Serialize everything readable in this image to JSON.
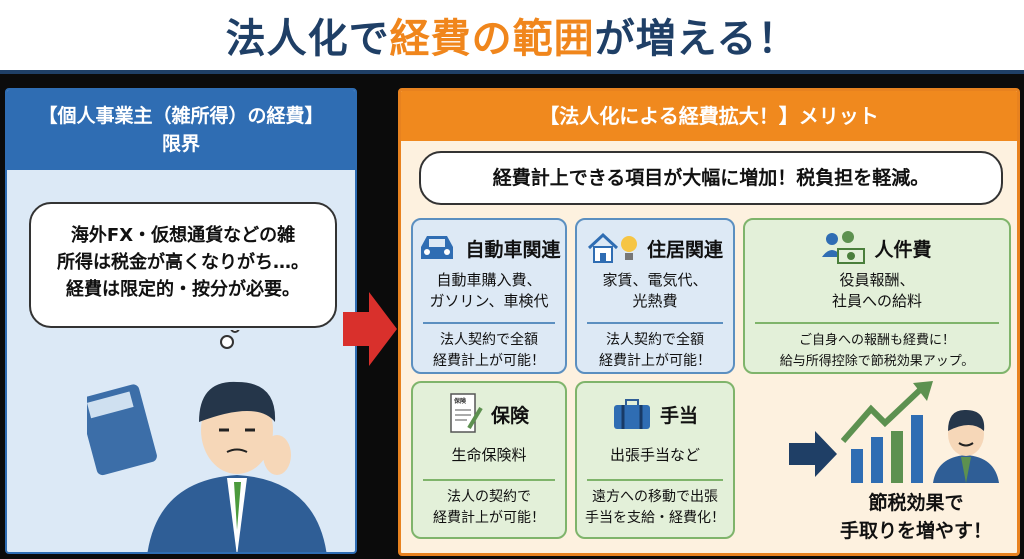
{
  "title": {
    "part1": "法人化で",
    "highlight": "経費の範囲",
    "part2": "が増える！"
  },
  "left_panel": {
    "header_line1": "【個人事業主（雑所得）の経費】",
    "header_line2": "限界",
    "bubble_lines": [
      "海外FX・仮想通貨などの雑",
      "所得は税金が高くなりがち…。",
      "経費は限定的・按分が必要。"
    ]
  },
  "right_panel": {
    "header": "【法人化による経費拡大！】メリット",
    "bubble": "経費計上できる項目が大幅に増加！税負担を軽減。",
    "cards": [
      {
        "title": "自動車関連",
        "items": [
          "自動車購入費、",
          "ガソリン、車検代"
        ],
        "notes": [
          "法人契約で全額",
          "経費計上が可能！"
        ]
      },
      {
        "title": "住居関連",
        "items": [
          "家賃、電気代、",
          "光熱費"
        ],
        "notes": [
          "法人契約で全額",
          "経費計上が可能！"
        ]
      },
      {
        "title": "人件費",
        "items": [
          "役員報酬、",
          "社員への給料"
        ],
        "notes": [
          "ご自身への報酬も経費に！",
          "給与所得控除で節税効果アップ。"
        ]
      },
      {
        "title": "保険",
        "icon_label": "保険",
        "items": [
          "生命保険料"
        ],
        "notes": [
          "法人の契約で",
          "経費計上が可能！"
        ]
      },
      {
        "title": "手当",
        "items": [
          "出張手当など"
        ],
        "notes": [
          "遠方への移動で出張",
          "手当を支給・経費化！"
        ]
      }
    ],
    "result": [
      "節税効果で",
      "手取りを増やす！"
    ]
  },
  "colors": {
    "navy": "#1f3f66",
    "orange": "#f0861c",
    "blue": "#2f6db3",
    "green": "#7fb46b",
    "red": "#d9302c"
  }
}
